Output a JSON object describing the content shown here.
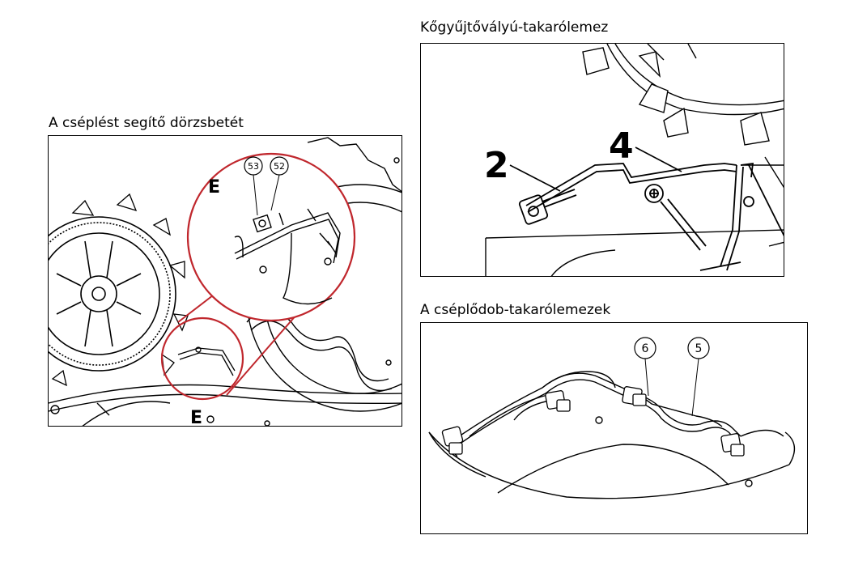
{
  "panels": {
    "rasp_bar": {
      "title": "A cséplést segítő dörzsbetét",
      "detail_label": "E",
      "callouts": [
        "53",
        "52"
      ],
      "accent_color": "#c0272d"
    },
    "stone_trap": {
      "title": "Kőgyűjtővályú-takarólemez",
      "labels": [
        "2",
        "4"
      ]
    },
    "drum_covers": {
      "title": "A cséplődob-takarólemezek",
      "callouts": [
        "6",
        "5"
      ]
    }
  }
}
